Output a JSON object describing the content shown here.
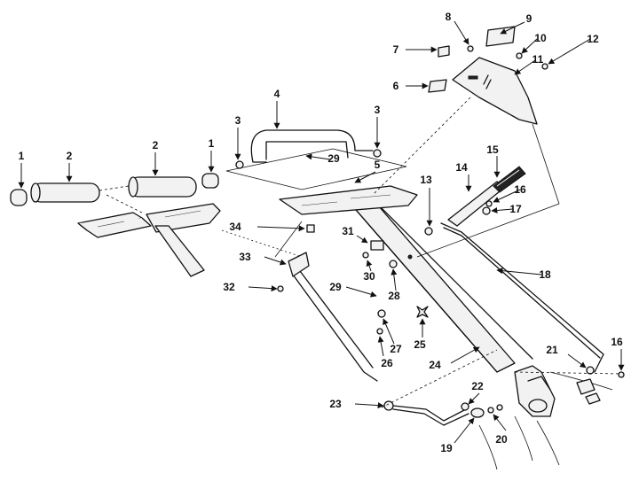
{
  "callouts": [
    {
      "id": "c1a",
      "label": "1"
    },
    {
      "id": "c2a",
      "label": "2"
    },
    {
      "id": "c2b",
      "label": "2"
    },
    {
      "id": "c1b",
      "label": "1"
    },
    {
      "id": "c3a",
      "label": "3"
    },
    {
      "id": "c4",
      "label": "4"
    },
    {
      "id": "c3b",
      "label": "3"
    },
    {
      "id": "c29a",
      "label": "29"
    },
    {
      "id": "c5",
      "label": "5"
    },
    {
      "id": "c6",
      "label": "6"
    },
    {
      "id": "c7",
      "label": "7"
    },
    {
      "id": "c8",
      "label": "8"
    },
    {
      "id": "c9",
      "label": "9"
    },
    {
      "id": "c10",
      "label": "10"
    },
    {
      "id": "c11",
      "label": "11"
    },
    {
      "id": "c12",
      "label": "12"
    },
    {
      "id": "c13",
      "label": "13"
    },
    {
      "id": "c14",
      "label": "14"
    },
    {
      "id": "c15",
      "label": "15"
    },
    {
      "id": "c16a",
      "label": "16"
    },
    {
      "id": "c17",
      "label": "17"
    },
    {
      "id": "c18",
      "label": "18"
    },
    {
      "id": "c34",
      "label": "34"
    },
    {
      "id": "c31",
      "label": "31"
    },
    {
      "id": "c33",
      "label": "33"
    },
    {
      "id": "c30",
      "label": "30"
    },
    {
      "id": "c28",
      "label": "28"
    },
    {
      "id": "c32",
      "label": "32"
    },
    {
      "id": "c29b",
      "label": "29"
    },
    {
      "id": "c25",
      "label": "25"
    },
    {
      "id": "c27",
      "label": "27"
    },
    {
      "id": "c26",
      "label": "26"
    },
    {
      "id": "c24",
      "label": "24"
    },
    {
      "id": "c21",
      "label": "21"
    },
    {
      "id": "c16b",
      "label": "16"
    },
    {
      "id": "c22",
      "label": "22"
    },
    {
      "id": "c23",
      "label": "23"
    },
    {
      "id": "c20",
      "label": "20"
    },
    {
      "id": "c19",
      "label": "19"
    }
  ]
}
